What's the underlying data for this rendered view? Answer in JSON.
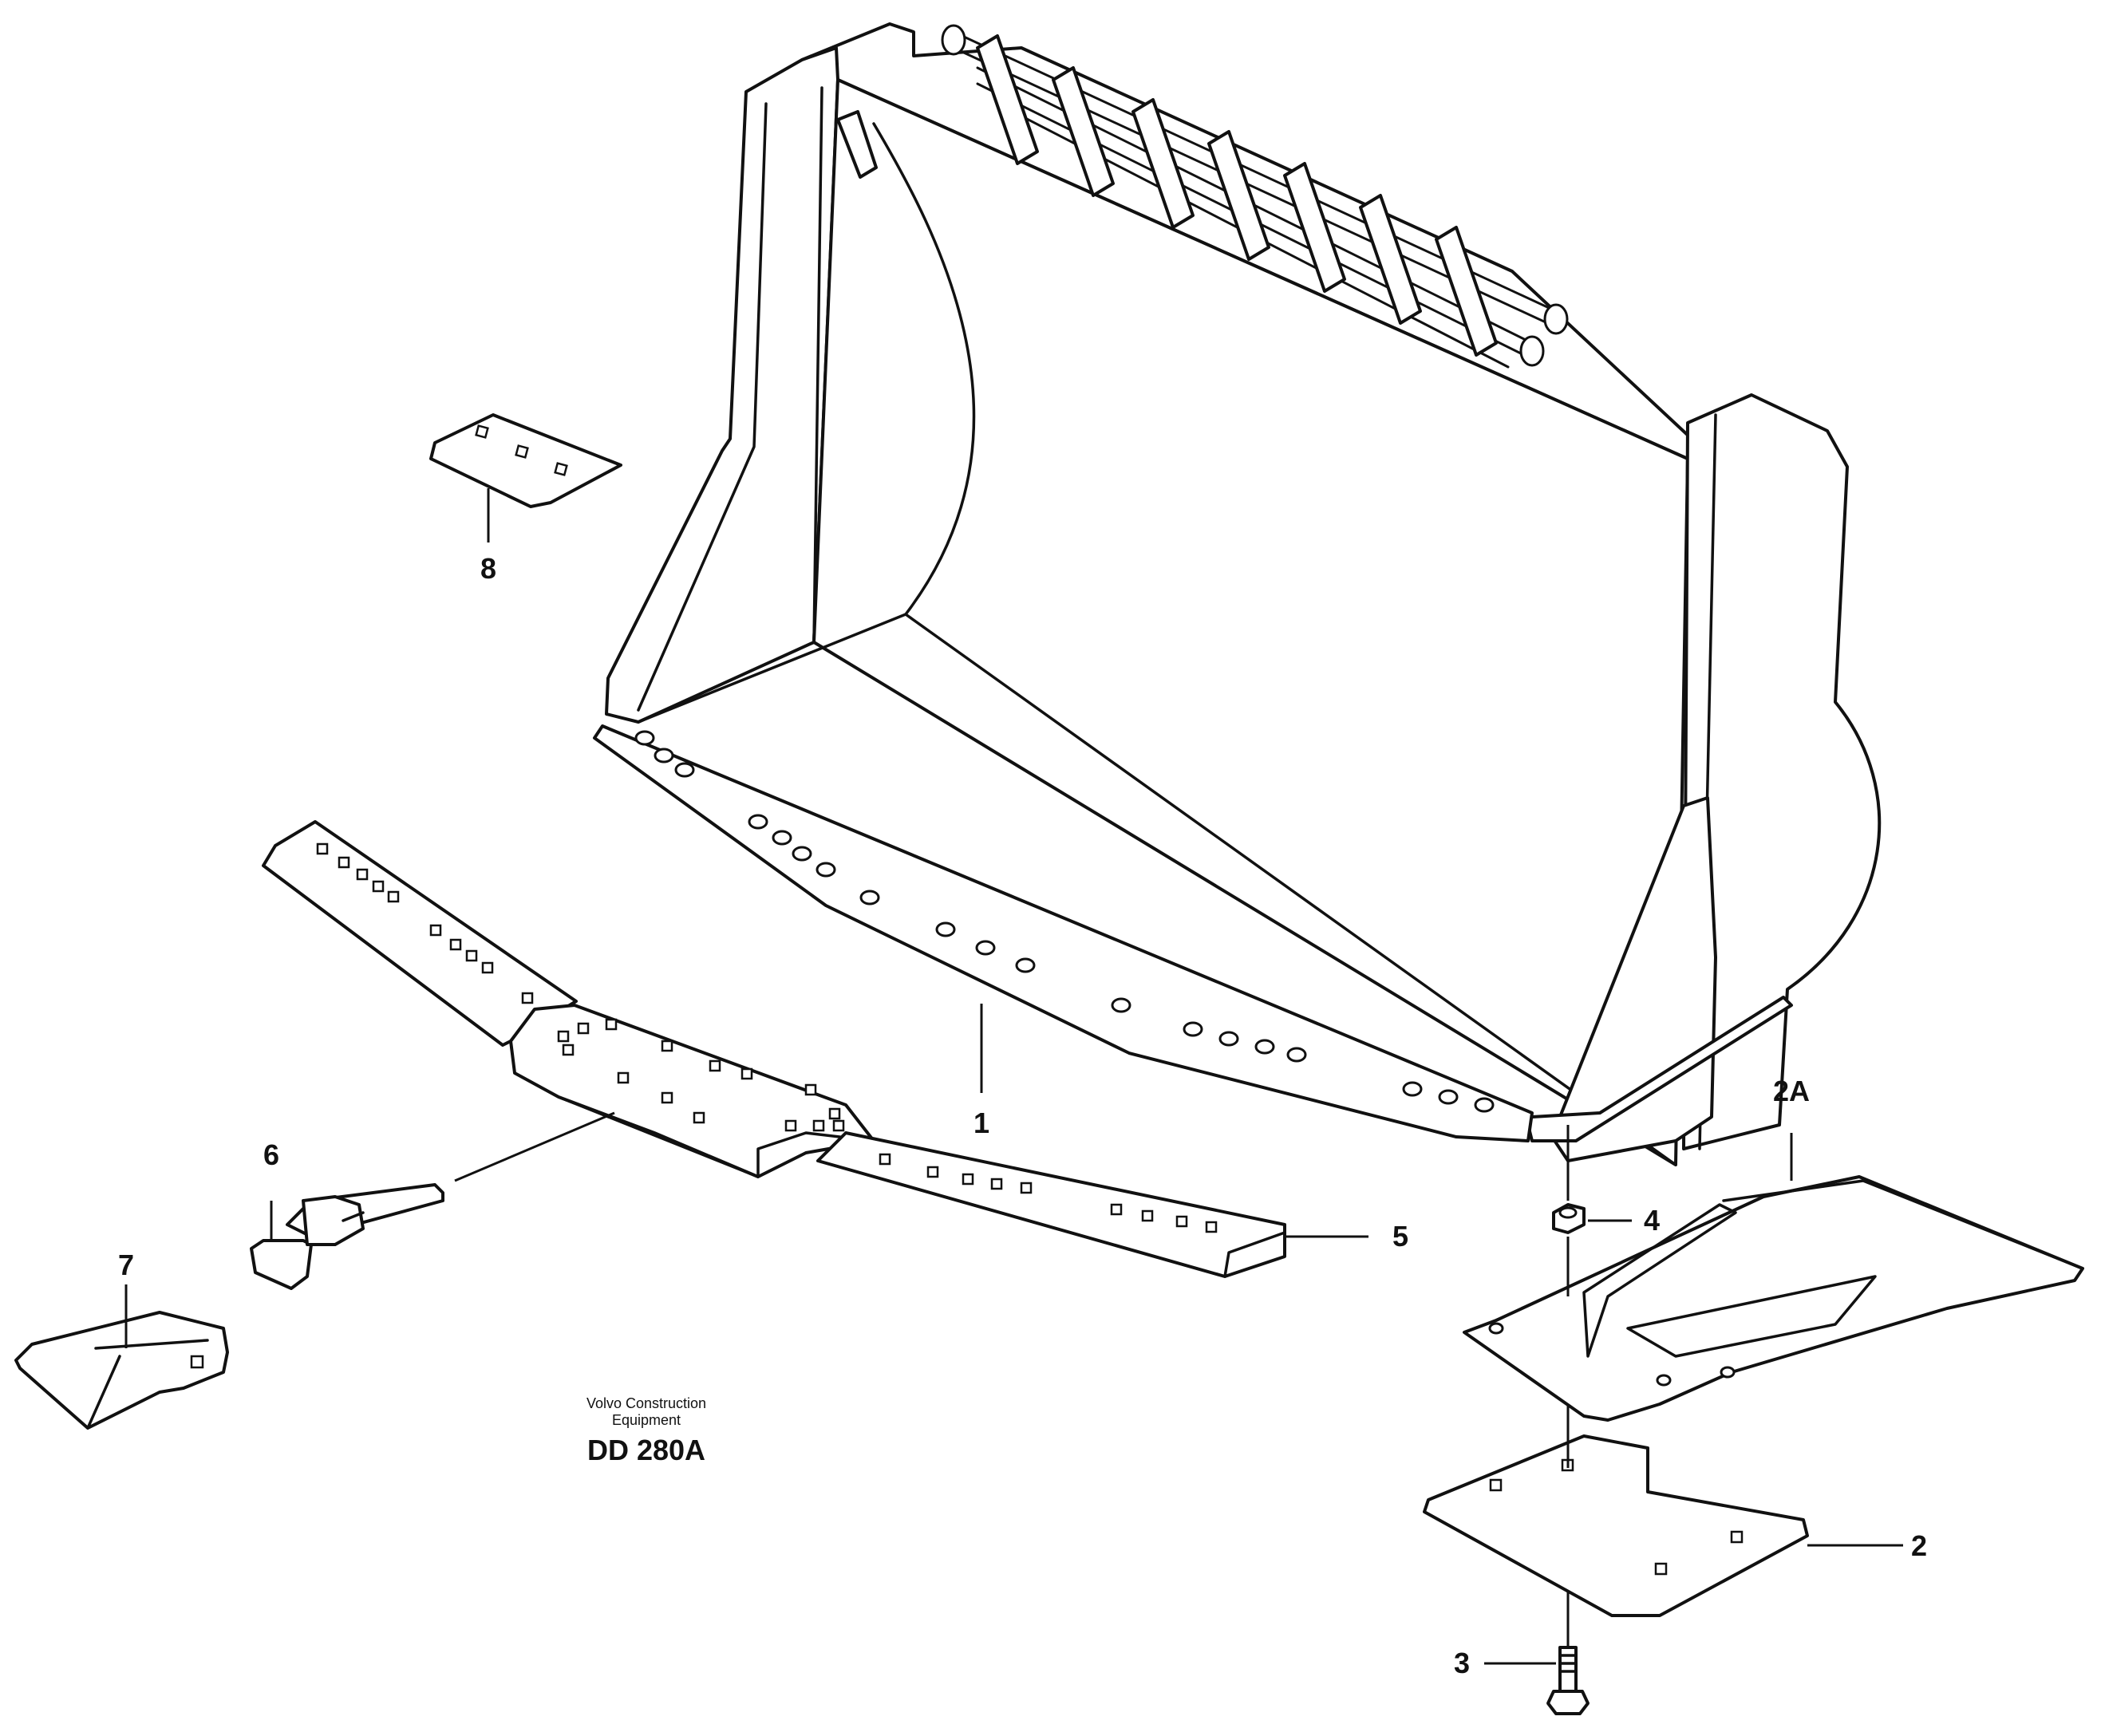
{
  "diagram": {
    "callouts": {
      "bucket": "1",
      "wear_plate": "2",
      "wear_plate_assembly": "2A",
      "bolt": "3",
      "nut": "4",
      "cutting_edge_segment": "5",
      "tooth_adapter": "6",
      "tooth": "7",
      "small_wear_plate": "8"
    },
    "caption": {
      "company": "Volvo Construction",
      "company_line2": "Equipment",
      "drawing_code": "DD 280A"
    }
  }
}
